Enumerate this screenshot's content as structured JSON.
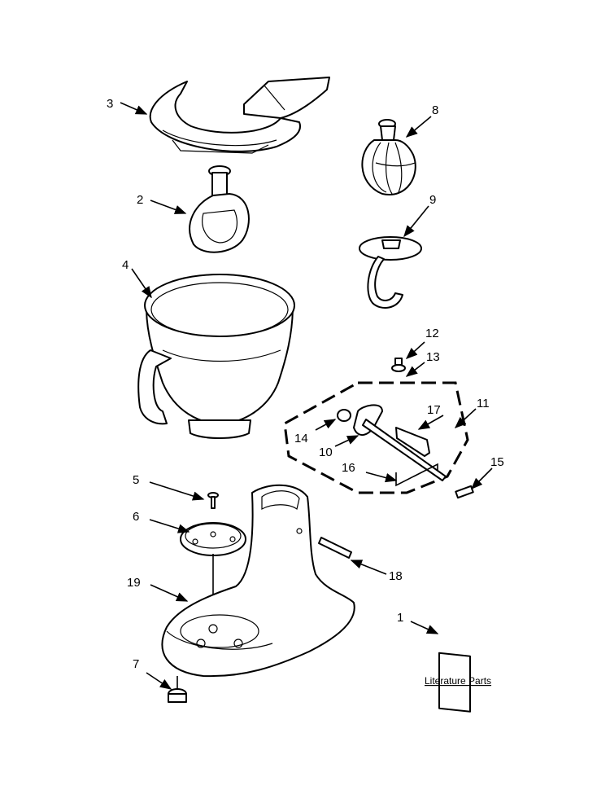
{
  "callouts": {
    "c1": "1",
    "c2": "2",
    "c3": "3",
    "c4": "4",
    "c5": "5",
    "c6": "6",
    "c7": "7",
    "c8": "8",
    "c9": "9",
    "c10": "10",
    "c11": "11",
    "c12": "12",
    "c13": "13",
    "c14": "14",
    "c15": "15",
    "c16": "16",
    "c17": "17",
    "c18": "18",
    "c19": "19"
  },
  "literature": {
    "label": "Literature Parts"
  }
}
